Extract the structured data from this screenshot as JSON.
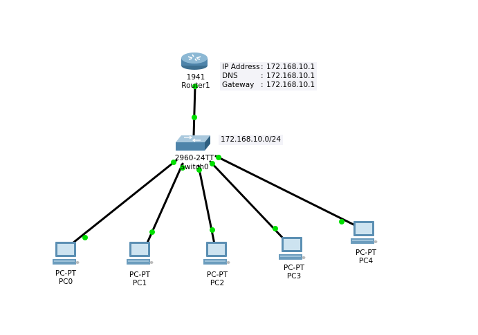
{
  "router": {
    "model": "1941",
    "name": "Router1",
    "info": [
      {
        "key": "IP Address",
        "value": "172.168.10.1"
      },
      {
        "key": "DNS",
        "value": "172.168.10.1"
      },
      {
        "key": "Gateway",
        "value": "172.168.10.1"
      }
    ]
  },
  "switch": {
    "model": "2960-24TT",
    "name": "Switch0",
    "network": "172.168.10.0/24"
  },
  "pcs": [
    {
      "model": "PC-PT",
      "name": "PC0"
    },
    {
      "model": "PC-PT",
      "name": "PC1"
    },
    {
      "model": "PC-PT",
      "name": "PC2"
    },
    {
      "model": "PC-PT",
      "name": "PC3"
    },
    {
      "model": "PC-PT",
      "name": "PC4"
    }
  ],
  "info_separator": ":",
  "colors": {
    "link": "#000000",
    "link_up": "#00e000",
    "device_blue": "#5b8fb3",
    "note_bg": "#f3f3f8"
  }
}
